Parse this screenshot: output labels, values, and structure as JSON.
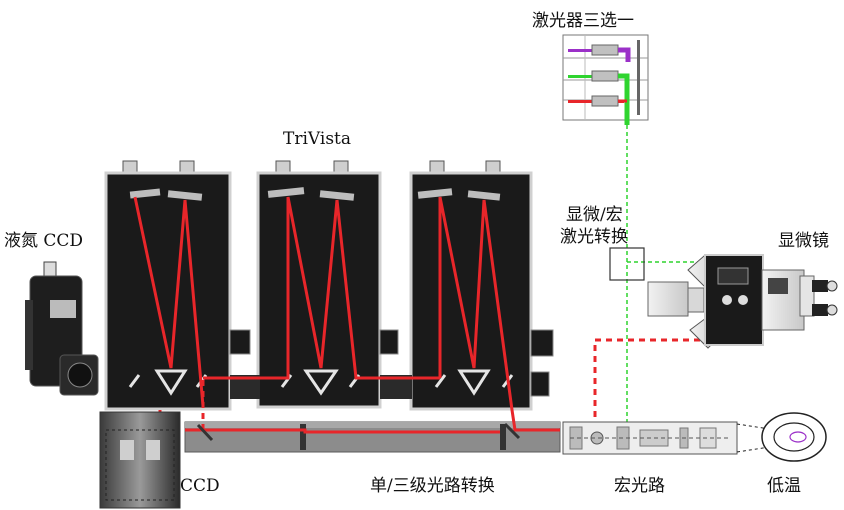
{
  "labels": {
    "laser_selector": "激光器三选一",
    "trivista": "TriVista",
    "micro_macro_switch_line1": "显微/宏",
    "micro_macro_switch_line2": "激光转换",
    "microscope": "显微镜",
    "ln2_ccd": "液氮 CCD",
    "ccd": "CCD",
    "single_triple_switch": "单/三级光路转换",
    "macro_path": "宏光路",
    "low_temp": "低温"
  },
  "colors": {
    "beam_red": "#e8262a",
    "beam_green": "#2fd42f",
    "laser_purple": "#9b30c8",
    "housing": "#1a1a1a",
    "housing_edge": "#cfcfcf",
    "rail": "#8a8a8a",
    "mirror": "#bdbdbd"
  },
  "icons": {
    "laser_module": "laser-selector-icon",
    "microscope": "microscope-icon",
    "ccd_detector": "ccd-camera-icon",
    "cryostat": "cryostat-icon"
  }
}
